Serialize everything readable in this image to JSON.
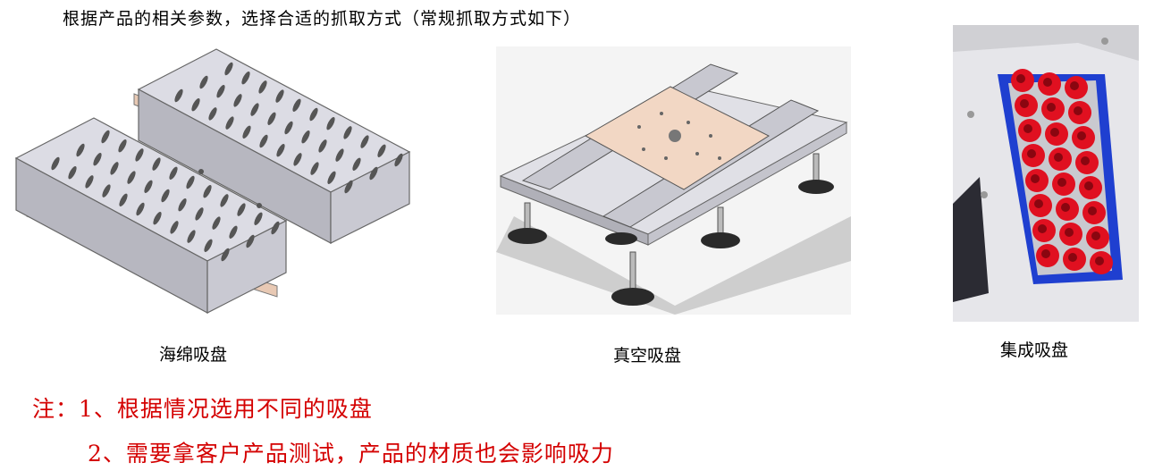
{
  "intro_text": "根据产品的相关参数，选择合适的抓取方式（常规抓取方式如下）",
  "figures": [
    {
      "caption": "海绵吸盘",
      "icon": "sponge-suction-cup-icon"
    },
    {
      "caption": "真空吸盘",
      "icon": "vacuum-suction-cup-icon"
    },
    {
      "caption": "集成吸盘",
      "icon": "integrated-suction-cup-photo"
    }
  ],
  "notes": {
    "line1": "注：1、根据情况选用不同的吸盘",
    "line2": "2、需要拿客户产品测试，产品的材质也会影响吸力"
  },
  "colors": {
    "note_text": "#d40000",
    "suction_cup_red": "#e01020",
    "tray_blue": "#1f3fd0"
  }
}
